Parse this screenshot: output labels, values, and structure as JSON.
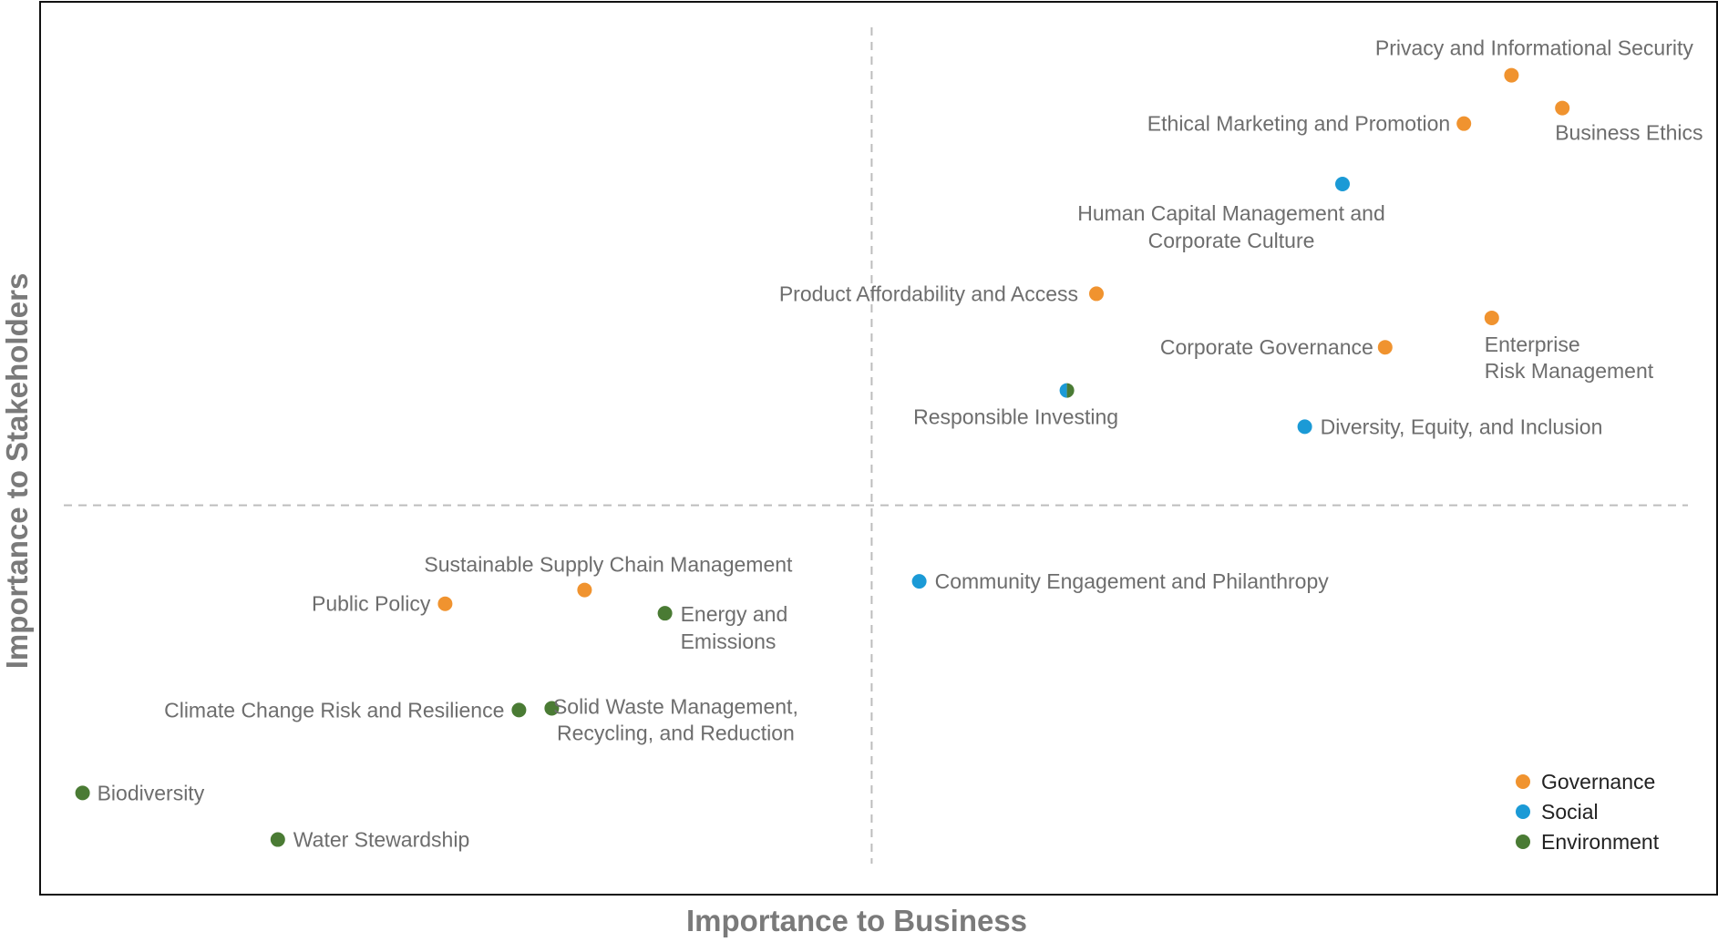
{
  "chart_data": {
    "type": "scatter",
    "title": "",
    "xlabel": "Importance to Business",
    "ylabel": "Importance to Stakeholders",
    "xlim": [
      0,
      100
    ],
    "ylim": [
      0,
      100
    ],
    "grid": false,
    "quadrant_dividers": {
      "x": 49.8,
      "y": 43.6
    },
    "legend": {
      "position": "bottom-right",
      "entries": [
        {
          "name": "Governance",
          "color": "#f0932f"
        },
        {
          "name": "Social",
          "color": "#1b9ad6"
        },
        {
          "name": "Environment",
          "color": "#4a7b34"
        }
      ]
    },
    "points": [
      {
        "label": "Privacy and Informational Security",
        "x": 88.8,
        "y": 93.4,
        "category": "Governance"
      },
      {
        "label": "Business Ethics",
        "x": 91.9,
        "y": 89.6,
        "category": "Governance"
      },
      {
        "label": "Ethical Marketing and Promotion",
        "x": 85.9,
        "y": 87.8,
        "category": "Governance"
      },
      {
        "label": "Human Capital Management and Corporate Culture",
        "x": 78.5,
        "y": 80.8,
        "category": "Social"
      },
      {
        "label": "Product Affordability and Access",
        "x": 63.5,
        "y": 68.1,
        "category": "Governance"
      },
      {
        "label": "Enterprise Risk Management",
        "x": 87.6,
        "y": 65.3,
        "category": "Governance"
      },
      {
        "label": "Corporate Governance",
        "x": 81.1,
        "y": 61.9,
        "category": "Governance"
      },
      {
        "label": "Responsible Investing",
        "x": 61.7,
        "y": 56.9,
        "category": "Social, Environment"
      },
      {
        "label": "Diversity, Equity, and Inclusion",
        "x": 76.2,
        "y": 52.7,
        "category": "Social"
      },
      {
        "label": "Community Engagement and Philanthropy",
        "x": 52.7,
        "y": 34.8,
        "category": "Social"
      },
      {
        "label": "Sustainable Supply Chain Management",
        "x": 32.3,
        "y": 33.8,
        "category": "Governance"
      },
      {
        "label": "Public Policy",
        "x": 23.8,
        "y": 32.2,
        "category": "Governance"
      },
      {
        "label": "Energy and Emissions",
        "x": 37.2,
        "y": 31.1,
        "category": "Environment"
      },
      {
        "label": "Climate Change Risk and Resilience",
        "x": 28.3,
        "y": 19.9,
        "category": "Environment"
      },
      {
        "label": "Solid Waste Management, Recycling, and Reduction",
        "x": 30.3,
        "y": 20.1,
        "category": "Environment"
      },
      {
        "label": "Biodiversity",
        "x": 1.7,
        "y": 10.3,
        "category": "Environment"
      },
      {
        "label": "Water Stewardship",
        "x": 13.6,
        "y": 4.9,
        "category": "Environment"
      }
    ]
  }
}
